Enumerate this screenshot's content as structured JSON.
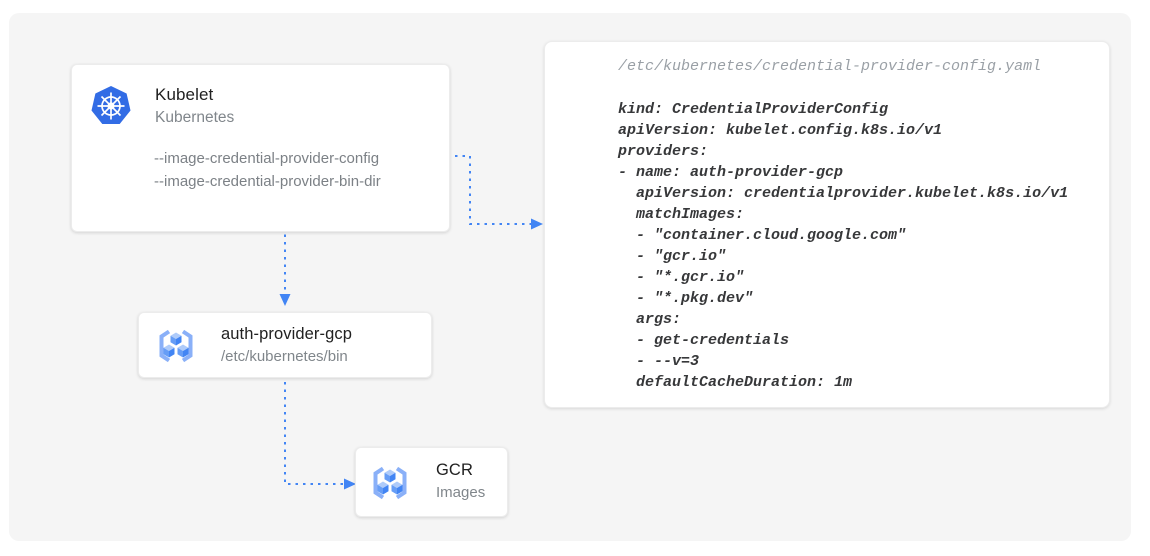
{
  "diagram": {
    "nodes": {
      "kubelet": {
        "title": "Kubelet",
        "subtitle": "Kubernetes",
        "icon": "kubernetes-icon",
        "flags": [
          "--image-credential-provider-config",
          "--image-credential-provider-bin-dir"
        ]
      },
      "auth_provider": {
        "title": "auth-provider-gcp",
        "subtitle": "/etc/kubernetes/bin",
        "icon": "gcr-icon"
      },
      "gcr": {
        "title": "GCR",
        "subtitle": "Images",
        "icon": "gcr-icon"
      }
    },
    "config_panel": {
      "filename": "/etc/kubernetes/credential-provider-config.yaml",
      "yaml_lines": [
        "kind: CredentialProviderConfig",
        "apiVersion: kubelet.config.k8s.io/v1",
        "providers:",
        "- name: auth-provider-gcp",
        "  apiVersion: credentialprovider.kubelet.k8s.io/v1",
        "  matchImages:",
        "  - \"container.cloud.google.com\"",
        "  - \"gcr.io\"",
        "  - \"*.gcr.io\"",
        "  - \"*.pkg.dev\"",
        "  args:",
        "  - get-credentials",
        "  - --v=3",
        "  defaultCacheDuration: 1m"
      ]
    },
    "connections": [
      "kubelet-flag-config to config-panel",
      "kubelet to auth-provider-gcp",
      "auth-provider-gcp to gcr"
    ],
    "colors": {
      "arrow_blue": "#4285f4",
      "kubernetes_blue": "#326ce5",
      "gcp_icon_blue": "#4285f4",
      "gcp_icon_medium": "#669df6",
      "gcp_icon_light": "#aecbfa",
      "canvas_background": "#f5f5f5",
      "card_background": "#ffffff",
      "title_text": "#212121",
      "subtitle_text": "#80868b",
      "code_text": "#37383a",
      "filename_text": "#9aa0a6"
    }
  }
}
